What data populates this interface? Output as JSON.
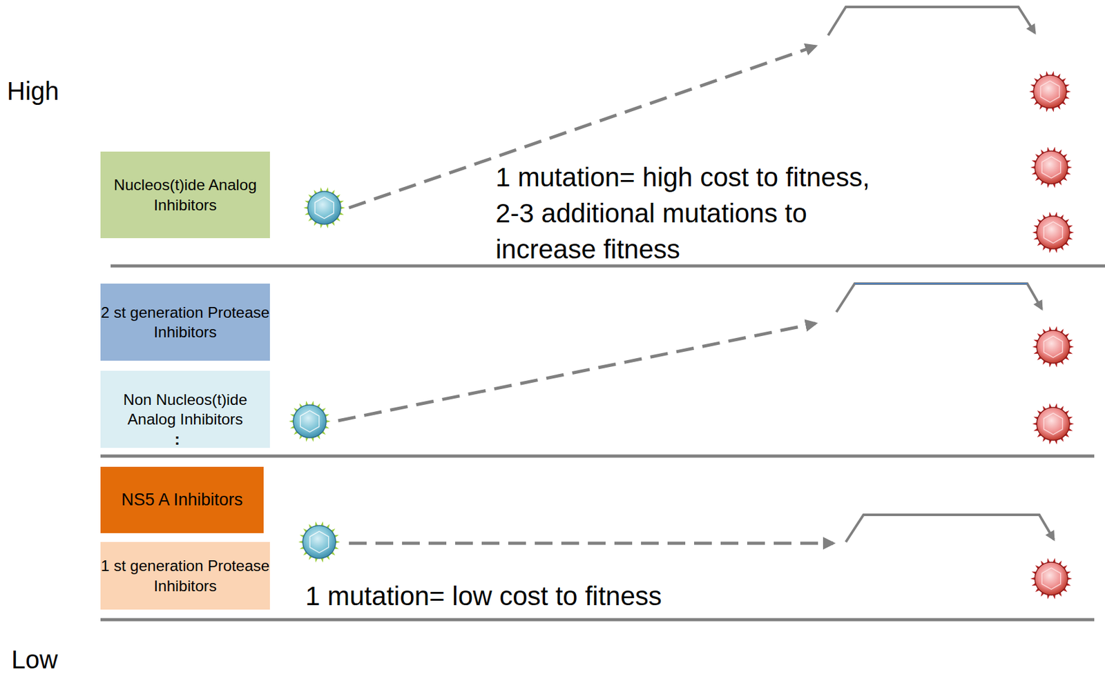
{
  "diagram": {
    "nodes": [
      {
        "text": [
          "Nucleos(t)ide Analog Inhibitors"
        ]
      },
      {
        "text": [
          "2 st generation Protease Inhibitors"
        ]
      },
      {
        "text": [
          "Non Nucleos(t)ide Analog Inhibitors"
        ]
      },
      {
        "text": [
          "NS5 A Inhibitors"
        ]
      },
      {
        "text": [
          "1 st generation Protease Inhibitors"
        ]
      }
    ],
    "labels": [
      "High",
      "Low",
      "1 mutation= high cost to fitness, 2-3 additional mutations to increase fitness",
      "1 mutation= low cost to fitness",
      ":"
    ]
  }
}
